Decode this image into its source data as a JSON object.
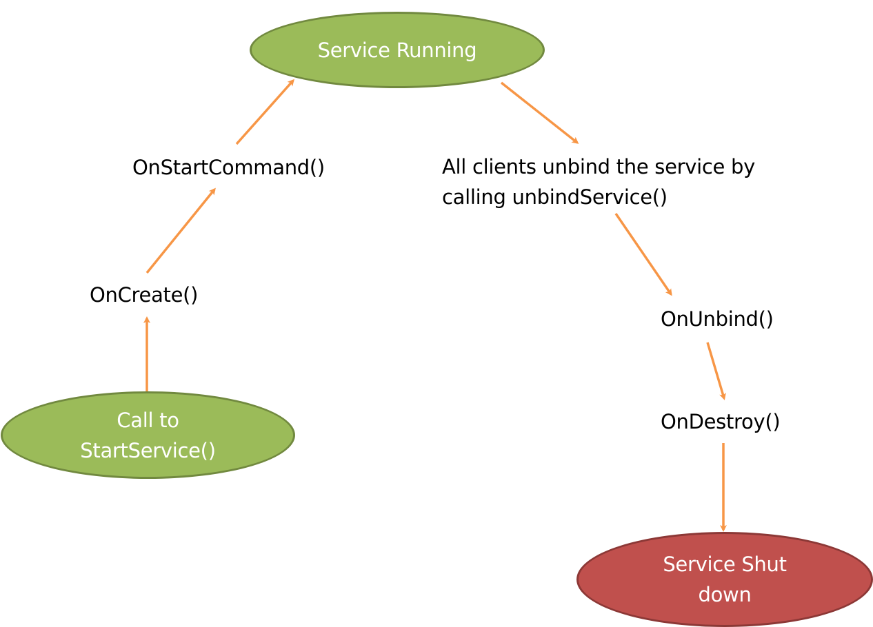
{
  "nodes": {
    "service_running": "Service Running",
    "call_start_service": {
      "line1": "Call to",
      "line2": "StartService()"
    },
    "service_shut_down": {
      "line1": "Service Shut",
      "line2": "down"
    }
  },
  "labels": {
    "on_create": "OnCreate()",
    "on_start_command": "OnStartCommand()",
    "unbind_all": {
      "line1": "All clients unbind the service by",
      "line2": "calling unbindService()"
    },
    "on_unbind": "OnUnbind()",
    "on_destroy": "OnDestroy()"
  },
  "colors": {
    "start_node_fill": "#9bbb59",
    "end_node_fill": "#c0504d",
    "arrow": "#f79646",
    "text_on_node": "#ffffff",
    "text": "#000000"
  }
}
